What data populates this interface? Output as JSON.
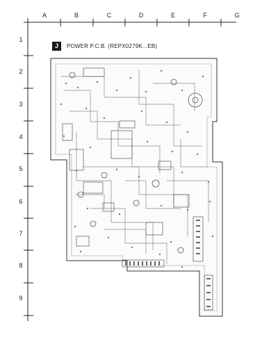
{
  "columns": [
    "A",
    "B",
    "C",
    "D",
    "E",
    "F",
    "G"
  ],
  "rows": [
    "1",
    "2",
    "3",
    "4",
    "5",
    "6",
    "7",
    "8",
    "9"
  ],
  "board": {
    "badge": "J",
    "title": "POWER P.C.B. (REPX0279K...EB)"
  }
}
